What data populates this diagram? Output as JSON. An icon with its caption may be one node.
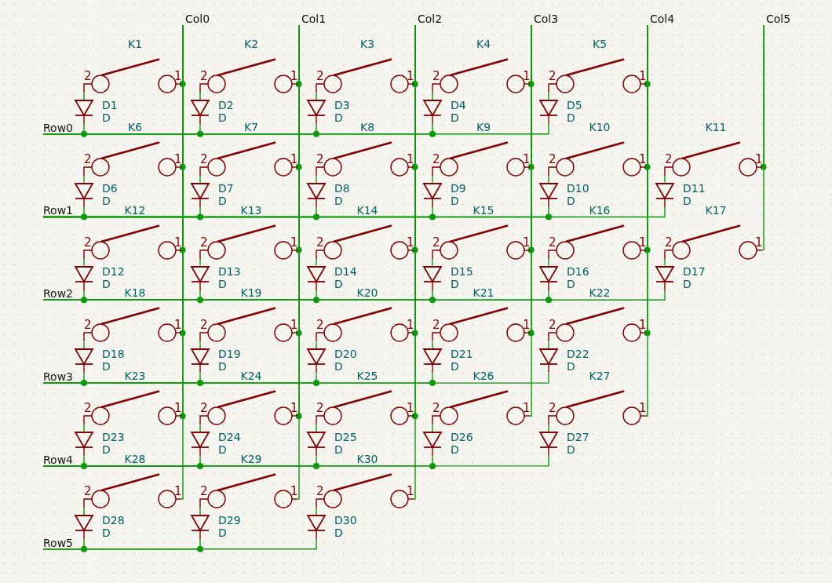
{
  "diagram": {
    "nodes": [
      {
        "text": [
          "Col0"
        ]
      },
      {
        "text": [
          "Col1"
        ]
      },
      {
        "text": [
          "Col2"
        ]
      },
      {
        "text": [
          "Col3"
        ]
      },
      {
        "text": [
          "Col4"
        ]
      },
      {
        "text": [
          "Col5"
        ]
      },
      {
        "text": [
          "Row0"
        ]
      },
      {
        "text": [
          "Row1"
        ]
      },
      {
        "text": [
          "Row2"
        ]
      },
      {
        "text": [
          "Row3"
        ]
      },
      {
        "text": [
          "Row4"
        ]
      },
      {
        "text": [
          "Row5"
        ]
      },
      {
        "text": [
          "2",
          "1"
        ],
        "beside": [
          "K1"
        ]
      },
      {
        "text": [
          "2",
          "1"
        ],
        "beside": [
          "K2"
        ]
      },
      {
        "text": [
          "2",
          "1"
        ],
        "beside": [
          "K3"
        ]
      },
      {
        "text": [
          "2",
          "1"
        ],
        "beside": [
          "K4"
        ]
      },
      {
        "text": [
          "2",
          "1"
        ],
        "beside": [
          "K5"
        ]
      },
      {
        "text": [
          "2",
          "1"
        ],
        "beside": [
          "K6"
        ]
      },
      {
        "text": [
          "2",
          "1"
        ],
        "beside": [
          "K7"
        ]
      },
      {
        "text": [
          "2",
          "1"
        ],
        "beside": [
          "K8"
        ]
      },
      {
        "text": [
          "2",
          "1"
        ],
        "beside": [
          "K9"
        ]
      },
      {
        "text": [
          "2",
          "1"
        ],
        "beside": [
          "K10"
        ]
      },
      {
        "text": [
          "2",
          "1"
        ],
        "beside": [
          "K11"
        ]
      },
      {
        "text": [
          "2",
          "1"
        ],
        "beside": [
          "K12"
        ]
      },
      {
        "text": [
          "2",
          "1"
        ],
        "beside": [
          "K13"
        ]
      },
      {
        "text": [
          "2",
          "1"
        ],
        "beside": [
          "K14"
        ]
      },
      {
        "text": [
          "2",
          "1"
        ],
        "beside": [
          "K15"
        ]
      },
      {
        "text": [
          "2",
          "1"
        ],
        "beside": [
          "K16"
        ]
      },
      {
        "text": [
          "2",
          "1"
        ],
        "beside": [
          "K17"
        ]
      },
      {
        "text": [
          "2",
          "1"
        ],
        "beside": [
          "K18"
        ]
      },
      {
        "text": [
          "2",
          "1"
        ],
        "beside": [
          "K19"
        ]
      },
      {
        "text": [
          "2",
          "1"
        ],
        "beside": [
          "K20"
        ]
      },
      {
        "text": [
          "2",
          "1"
        ],
        "beside": [
          "K21"
        ]
      },
      {
        "text": [
          "2",
          "1"
        ],
        "beside": [
          "K22"
        ]
      },
      {
        "text": [
          "2",
          "1"
        ],
        "beside": [
          "K23"
        ]
      },
      {
        "text": [
          "2",
          "1"
        ],
        "beside": [
          "K24"
        ]
      },
      {
        "text": [
          "2",
          "1"
        ],
        "beside": [
          "K25"
        ]
      },
      {
        "text": [
          "2",
          "1"
        ],
        "beside": [
          "K26"
        ]
      },
      {
        "text": [
          "2",
          "1"
        ],
        "beside": [
          "K27"
        ]
      },
      {
        "text": [
          "2",
          "1"
        ],
        "beside": [
          "K28"
        ]
      },
      {
        "text": [
          "2",
          "1"
        ],
        "beside": [
          "K29"
        ]
      },
      {
        "text": [
          "2",
          "1"
        ],
        "beside": [
          "K30"
        ]
      },
      {
        "text": [
          "D1",
          "D"
        ]
      },
      {
        "text": [
          "D2",
          "D"
        ]
      },
      {
        "text": [
          "D3",
          "D"
        ]
      },
      {
        "text": [
          "D4",
          "D"
        ]
      },
      {
        "text": [
          "D5",
          "D"
        ]
      },
      {
        "text": [
          "D6",
          "D"
        ]
      },
      {
        "text": [
          "D7",
          "D"
        ]
      },
      {
        "text": [
          "D8",
          "D"
        ]
      },
      {
        "text": [
          "D9",
          "D"
        ]
      },
      {
        "text": [
          "D10",
          "D"
        ]
      },
      {
        "text": [
          "D11",
          "D"
        ]
      },
      {
        "text": [
          "D12",
          "D"
        ]
      },
      {
        "text": [
          "D13",
          "D"
        ]
      },
      {
        "text": [
          "D14",
          "D"
        ]
      },
      {
        "text": [
          "D15",
          "D"
        ]
      },
      {
        "text": [
          "D16",
          "D"
        ]
      },
      {
        "text": [
          "D17",
          "D"
        ]
      },
      {
        "text": [
          "D18",
          "D"
        ]
      },
      {
        "text": [
          "D19",
          "D"
        ]
      },
      {
        "text": [
          "D20",
          "D"
        ]
      },
      {
        "text": [
          "D21",
          "D"
        ]
      },
      {
        "text": [
          "D22",
          "D"
        ]
      },
      {
        "text": [
          "D23",
          "D"
        ]
      },
      {
        "text": [
          "D24",
          "D"
        ]
      },
      {
        "text": [
          "D25",
          "D"
        ]
      },
      {
        "text": [
          "D26",
          "D"
        ]
      },
      {
        "text": [
          "D27",
          "D"
        ]
      },
      {
        "text": [
          "D28",
          "D"
        ]
      },
      {
        "text": [
          "D29",
          "D"
        ]
      },
      {
        "text": [
          "D30",
          "D"
        ]
      }
    ],
    "edges": [
      {
        "from": 12,
        "to": 42,
        "arrow": "none"
      },
      {
        "from": 42,
        "to": 6,
        "arrow": "none"
      },
      {
        "from": 12,
        "to": 0,
        "arrow": "other"
      },
      {
        "from": 13,
        "to": 43,
        "arrow": "none"
      },
      {
        "from": 43,
        "to": 6,
        "arrow": "none"
      },
      {
        "from": 13,
        "to": 1,
        "arrow": "other"
      },
      {
        "from": 14,
        "to": 44,
        "arrow": "none"
      },
      {
        "from": 44,
        "to": 6,
        "arrow": "none"
      },
      {
        "from": 14,
        "to": 2,
        "arrow": "other"
      },
      {
        "from": 15,
        "to": 45,
        "arrow": "none"
      },
      {
        "from": 45,
        "to": 6,
        "arrow": "none"
      },
      {
        "from": 15,
        "to": 3,
        "arrow": "other"
      },
      {
        "from": 16,
        "to": 46,
        "arrow": "none"
      },
      {
        "from": 46,
        "to": 6,
        "arrow": "none"
      },
      {
        "from": 16,
        "to": 4,
        "arrow": "other"
      },
      {
        "from": 17,
        "to": 47,
        "arrow": "none"
      },
      {
        "from": 47,
        "to": 7,
        "arrow": "none"
      },
      {
        "from": 17,
        "to": 0,
        "arrow": "other"
      },
      {
        "from": 18,
        "to": 48,
        "arrow": "none"
      },
      {
        "from": 48,
        "to": 7,
        "arrow": "none"
      },
      {
        "from": 18,
        "to": 1,
        "arrow": "other"
      },
      {
        "from": 19,
        "to": 49,
        "arrow": "none"
      },
      {
        "from": 49,
        "to": 7,
        "arrow": "none"
      },
      {
        "from": 19,
        "to": 2,
        "arrow": "other"
      },
      {
        "from": 20,
        "to": 50,
        "arrow": "none"
      },
      {
        "from": 50,
        "to": 7,
        "arrow": "none"
      },
      {
        "from": 20,
        "to": 3,
        "arrow": "other"
      },
      {
        "from": 21,
        "to": 51,
        "arrow": "none"
      },
      {
        "from": 51,
        "to": 7,
        "arrow": "none"
      },
      {
        "from": 21,
        "to": 4,
        "arrow": "other"
      },
      {
        "from": 22,
        "to": 52,
        "arrow": "none"
      },
      {
        "from": 52,
        "to": 7,
        "arrow": "none"
      },
      {
        "from": 22,
        "to": 5,
        "arrow": "other"
      },
      {
        "from": 23,
        "to": 53,
        "arrow": "none"
      },
      {
        "from": 53,
        "to": 8,
        "arrow": "none"
      },
      {
        "from": 23,
        "to": 0,
        "arrow": "other"
      },
      {
        "from": 24,
        "to": 54,
        "arrow": "none"
      },
      {
        "from": 54,
        "to": 8,
        "arrow": "none"
      },
      {
        "from": 24,
        "to": 1,
        "arrow": "other"
      },
      {
        "from": 25,
        "to": 55,
        "arrow": "none"
      },
      {
        "from": 55,
        "to": 8,
        "arrow": "none"
      },
      {
        "from": 25,
        "to": 2,
        "arrow": "other"
      },
      {
        "from": 26,
        "to": 56,
        "arrow": "none"
      },
      {
        "from": 56,
        "to": 8,
        "arrow": "none"
      },
      {
        "from": 26,
        "to": 3,
        "arrow": "other"
      },
      {
        "from": 27,
        "to": 57,
        "arrow": "none"
      },
      {
        "from": 57,
        "to": 8,
        "arrow": "none"
      },
      {
        "from": 27,
        "to": 4,
        "arrow": "other"
      },
      {
        "from": 28,
        "to": 58,
        "arrow": "none"
      },
      {
        "from": 58,
        "to": 8,
        "arrow": "none"
      },
      {
        "from": 28,
        "to": 5,
        "arrow": "none"
      },
      {
        "from": 29,
        "to": 59,
        "arrow": "none"
      },
      {
        "from": 59,
        "to": 9,
        "arrow": "none"
      },
      {
        "from": 29,
        "to": 0,
        "arrow": "other"
      },
      {
        "from": 30,
        "to": 60,
        "arrow": "none"
      },
      {
        "from": 60,
        "to": 9,
        "arrow": "none"
      },
      {
        "from": 30,
        "to": 1,
        "arrow": "other"
      },
      {
        "from": 31,
        "to": 61,
        "arrow": "none"
      },
      {
        "from": 61,
        "to": 9,
        "arrow": "none"
      },
      {
        "from": 31,
        "to": 2,
        "arrow": "other"
      },
      {
        "from": 32,
        "to": 62,
        "arrow": "none"
      },
      {
        "from": 62,
        "to": 9,
        "arrow": "none"
      },
      {
        "from": 32,
        "to": 3,
        "arrow": "other"
      },
      {
        "from": 33,
        "to": 63,
        "arrow": "none"
      },
      {
        "from": 63,
        "to": 9,
        "arrow": "none"
      },
      {
        "from": 33,
        "to": 4,
        "arrow": "other"
      },
      {
        "from": 34,
        "to": 64,
        "arrow": "none"
      },
      {
        "from": 64,
        "to": 10,
        "arrow": "none"
      },
      {
        "from": 34,
        "to": 0,
        "arrow": "other"
      },
      {
        "from": 35,
        "to": 65,
        "arrow": "none"
      },
      {
        "from": 65,
        "to": 10,
        "arrow": "none"
      },
      {
        "from": 35,
        "to": 1,
        "arrow": "other"
      },
      {
        "from": 36,
        "to": 66,
        "arrow": "none"
      },
      {
        "from": 66,
        "to": 10,
        "arrow": "none"
      },
      {
        "from": 36,
        "to": 2,
        "arrow": "other"
      },
      {
        "from": 37,
        "to": 67,
        "arrow": "none"
      },
      {
        "from": 67,
        "to": 10,
        "arrow": "none"
      },
      {
        "from": 37,
        "to": 3,
        "arrow": "none"
      },
      {
        "from": 38,
        "to": 68,
        "arrow": "none"
      },
      {
        "from": 68,
        "to": 10,
        "arrow": "none"
      },
      {
        "from": 38,
        "to": 4,
        "arrow": "none"
      },
      {
        "from": 39,
        "to": 69,
        "arrow": "none"
      },
      {
        "from": 69,
        "to": 11,
        "arrow": "none"
      },
      {
        "from": 39,
        "to": 0,
        "arrow": "none"
      },
      {
        "from": 40,
        "to": 70,
        "arrow": "none"
      },
      {
        "from": 70,
        "to": 11,
        "arrow": "none"
      },
      {
        "from": 40,
        "to": 1,
        "arrow": "none"
      },
      {
        "from": 41,
        "to": 71,
        "arrow": "none"
      },
      {
        "from": 71,
        "to": 11,
        "arrow": "none"
      },
      {
        "from": 41,
        "to": 2,
        "arrow": "none"
      }
    ]
  }
}
